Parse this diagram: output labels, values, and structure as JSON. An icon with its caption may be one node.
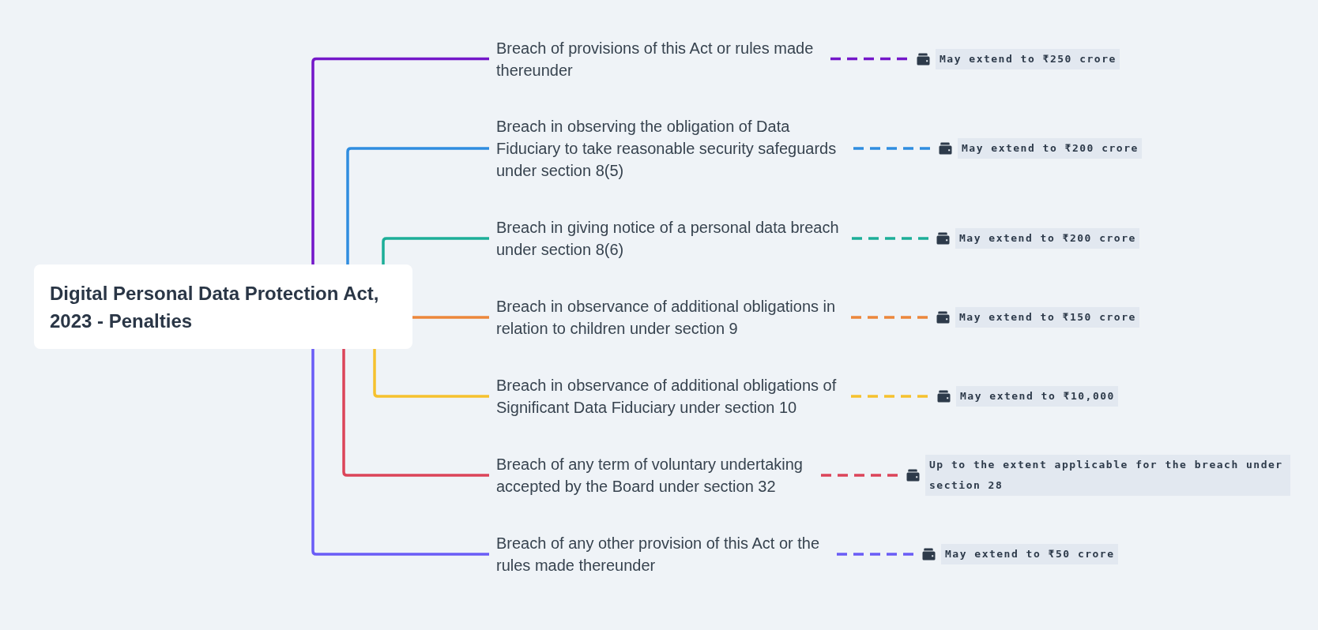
{
  "diagram": {
    "nodes": [
      {
        "text": [
          "Digital Personal Data Protection Act, 2023 - Penalties"
        ]
      },
      {
        "text": [
          "Breach of provisions of this Act or rules made thereunder"
        ]
      },
      {
        "text": [
          "May extend to ₹250 crore"
        ]
      },
      {
        "text": [
          "Breach in observing the obligation of Data Fiduciary to take reasonable security safeguards under section 8(5)"
        ]
      },
      {
        "text": [
          "May extend to ₹200 crore"
        ]
      },
      {
        "text": [
          "Breach in giving notice of a personal data breach under section 8(6)"
        ]
      },
      {
        "text": [
          "May extend to ₹200 crore"
        ]
      },
      {
        "text": [
          "Breach in observance of additional obligations in relation to children under section 9"
        ]
      },
      {
        "text": [
          "May extend to ₹150 crore"
        ]
      },
      {
        "text": [
          "Breach in observance of additional obligations of Significant Data Fiduciary under section 10"
        ]
      },
      {
        "text": [
          "May extend to ₹10,000"
        ]
      },
      {
        "text": [
          "Breach of any term of voluntary undertaking accepted by the Board under section 32"
        ]
      },
      {
        "text": [
          "Up to the extent applicable for the breach under section 28"
        ]
      },
      {
        "text": [
          "Breach of any other provision of this Act or the rules made thereunder"
        ]
      },
      {
        "text": [
          "May extend to ₹50 crore"
        ]
      }
    ],
    "edges": [
      {
        "from": 0,
        "to": 1,
        "arrow": "none",
        "color": "#7417c9"
      },
      {
        "from": 1,
        "to": 2,
        "arrow": "none",
        "style": "dashed",
        "color": "#7417c9"
      },
      {
        "from": 0,
        "to": 3,
        "arrow": "none",
        "color": "#2f8de0"
      },
      {
        "from": 3,
        "to": 4,
        "arrow": "none",
        "style": "dashed",
        "color": "#2f8de0"
      },
      {
        "from": 0,
        "to": 5,
        "arrow": "none",
        "color": "#1cae98"
      },
      {
        "from": 5,
        "to": 6,
        "arrow": "none",
        "style": "dashed",
        "color": "#1cae98"
      },
      {
        "from": 0,
        "to": 7,
        "arrow": "none",
        "color": "#ec873b"
      },
      {
        "from": 7,
        "to": 8,
        "arrow": "none",
        "style": "dashed",
        "color": "#ec873b"
      },
      {
        "from": 0,
        "to": 9,
        "arrow": "none",
        "color": "#f6c12e"
      },
      {
        "from": 9,
        "to": 10,
        "arrow": "none",
        "style": "dashed",
        "color": "#f6c12e"
      },
      {
        "from": 0,
        "to": 11,
        "arrow": "none",
        "color": "#dc4459"
      },
      {
        "from": 11,
        "to": 12,
        "arrow": "none",
        "style": "dashed",
        "color": "#dc4459"
      },
      {
        "from": 0,
        "to": 13,
        "arrow": "none",
        "color": "#6a5cf6"
      },
      {
        "from": 13,
        "to": 14,
        "arrow": "none",
        "style": "dashed",
        "color": "#6a5cf6"
      }
    ]
  }
}
